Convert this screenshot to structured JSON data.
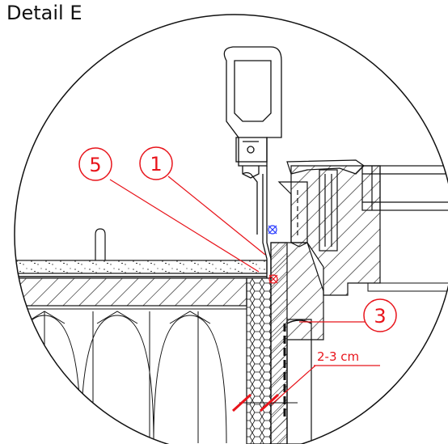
{
  "title": "Detail E",
  "callouts": [
    {
      "id": "callout-5",
      "label": "5"
    },
    {
      "id": "callout-1",
      "label": "1"
    },
    {
      "id": "callout-3",
      "label": "3"
    }
  ],
  "dimension": {
    "label": "2-3 cm"
  },
  "colors": {
    "accent": "#e8141b",
    "line": "#111111",
    "marker": "#2a3cff"
  }
}
